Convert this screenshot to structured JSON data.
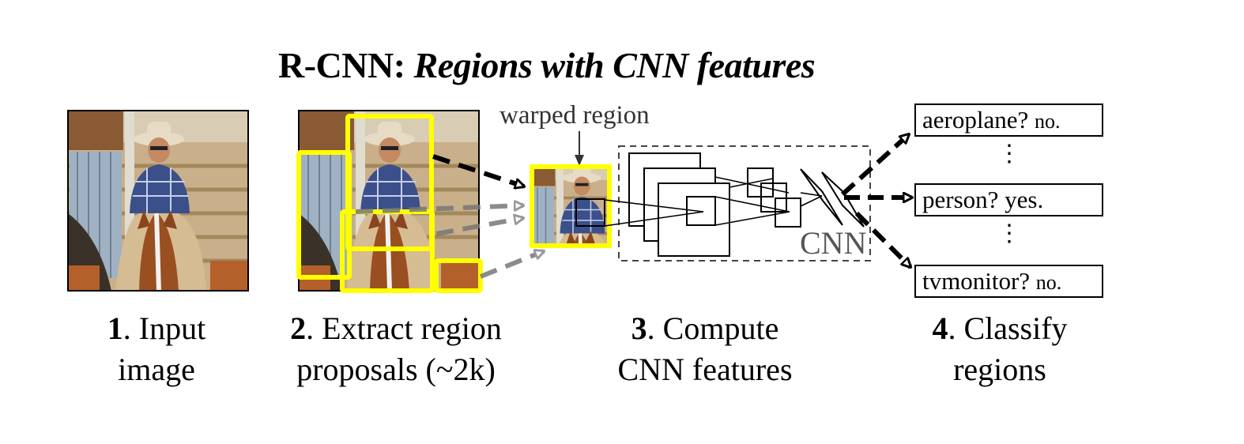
{
  "title": {
    "prefix": "R-CNN:",
    "emphasis": "Regions with CNN features"
  },
  "labels": {
    "warped_region": "warped region",
    "cnn": "CNN"
  },
  "steps": [
    {
      "number": "1",
      "line1": ". Input",
      "line2": "image"
    },
    {
      "number": "2",
      "line1": ". Extract region",
      "line2": "proposals (~2k)"
    },
    {
      "number": "3",
      "line1": ". Compute",
      "line2": "CNN features"
    },
    {
      "number": "4",
      "line1": ". Classify",
      "line2": "regions"
    }
  ],
  "classifications": [
    {
      "class": "aeroplane?",
      "answer": "no."
    },
    {
      "class": "person?",
      "answer": "yes."
    },
    {
      "class": "tvmonitor?",
      "answer": "no."
    }
  ],
  "ellipsis": "⋮",
  "colors": {
    "proposal_box": "#ffff00",
    "arrow_primary": "#000000",
    "arrow_secondary": "#777777",
    "dashed_frame": "#444444"
  }
}
